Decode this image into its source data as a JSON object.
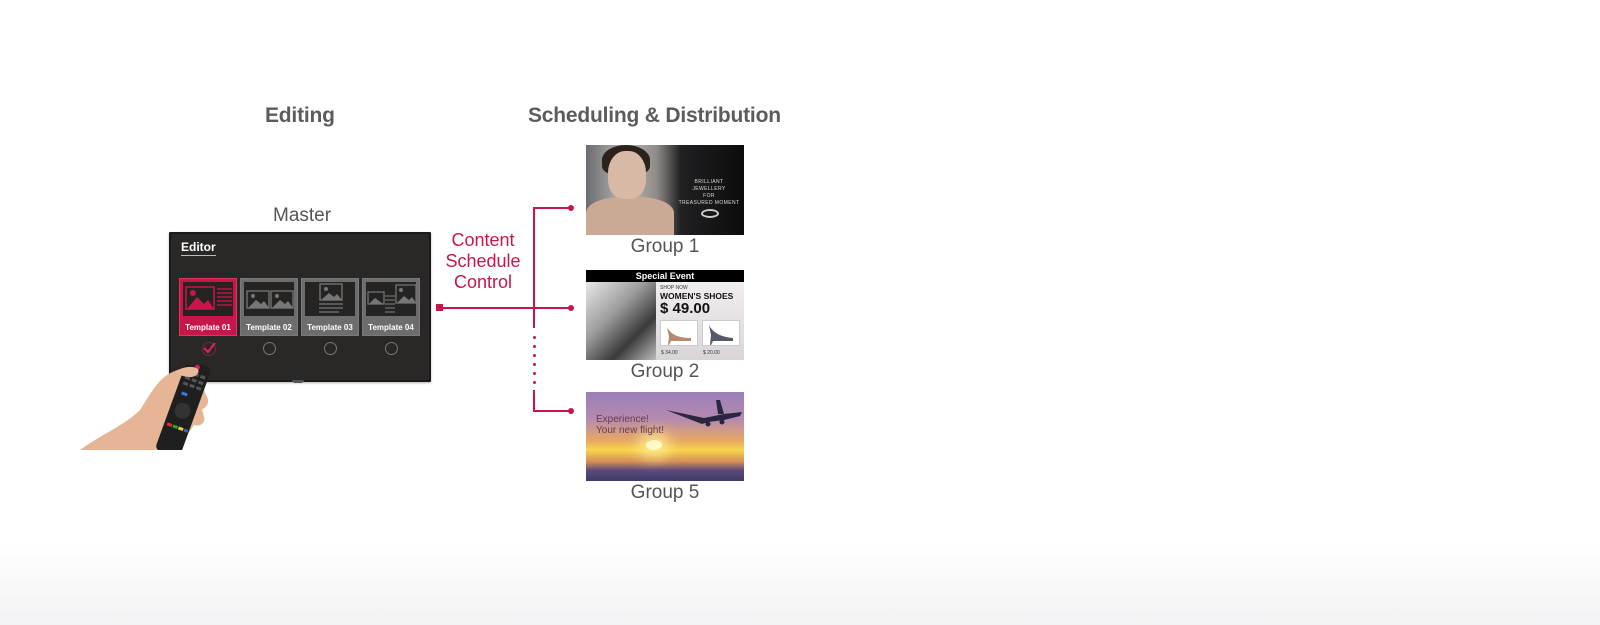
{
  "headings": {
    "editing": "Editing",
    "scheduling": "Scheduling & Distribution"
  },
  "master": {
    "label": "Master",
    "editor_title": "Editor",
    "templates": [
      {
        "label": "Template 01",
        "selected": true
      },
      {
        "label": "Template 02",
        "selected": false
      },
      {
        "label": "Template 03",
        "selected": false
      },
      {
        "label": "Template 04",
        "selected": false
      }
    ]
  },
  "connector": {
    "label_line1": "Content",
    "label_line2": "Schedule",
    "label_line3": "Control",
    "accent_color": "#c8164a"
  },
  "groups": [
    {
      "label": "Group 1",
      "screen_text": [
        "BRILLIANT JEWELLERY",
        "FOR",
        "TREASURED MOMENT"
      ]
    },
    {
      "label": "Group 2",
      "banner": "Special Event",
      "shop_now": "SHOP NOW",
      "title": "WOMEN'S SHOES",
      "price": "$ 49.00",
      "item_prices": [
        "$ 34.00",
        "$ 20.00"
      ]
    },
    {
      "label": "Group 5",
      "screen_text_line1": "Experience!",
      "screen_text_line2": "Your new flight!"
    }
  ]
}
